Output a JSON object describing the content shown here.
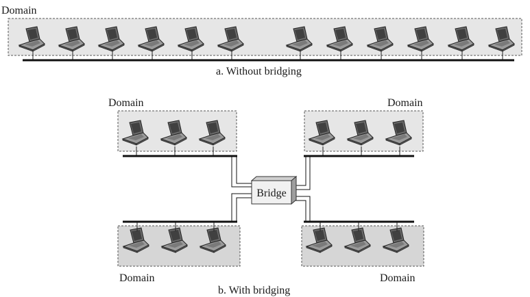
{
  "top": {
    "domain_label": "Domain",
    "caption": "a. Without bridging",
    "laptop_count": 12
  },
  "bottom": {
    "domains": [
      {
        "label": "Domain",
        "laptop_count": 3
      },
      {
        "label": "Domain",
        "laptop_count": 3
      },
      {
        "label": "Domain",
        "laptop_count": 3
      },
      {
        "label": "Domain",
        "laptop_count": 3
      }
    ],
    "bridge_label": "Bridge",
    "caption": "b. With bridging"
  },
  "colors": {
    "domain_fill": "#e6e6e6",
    "domain_fill_lower": "#d6d6d6",
    "domain_border": "#555555",
    "bus": "#111111",
    "bridge_face": "#f1f1f1",
    "bridge_side": "#aaaaaa",
    "laptop_body": "#8a8a8a",
    "laptop_screen": "#444444"
  },
  "icons": [
    "laptop-icon",
    "bridge-box-icon"
  ]
}
